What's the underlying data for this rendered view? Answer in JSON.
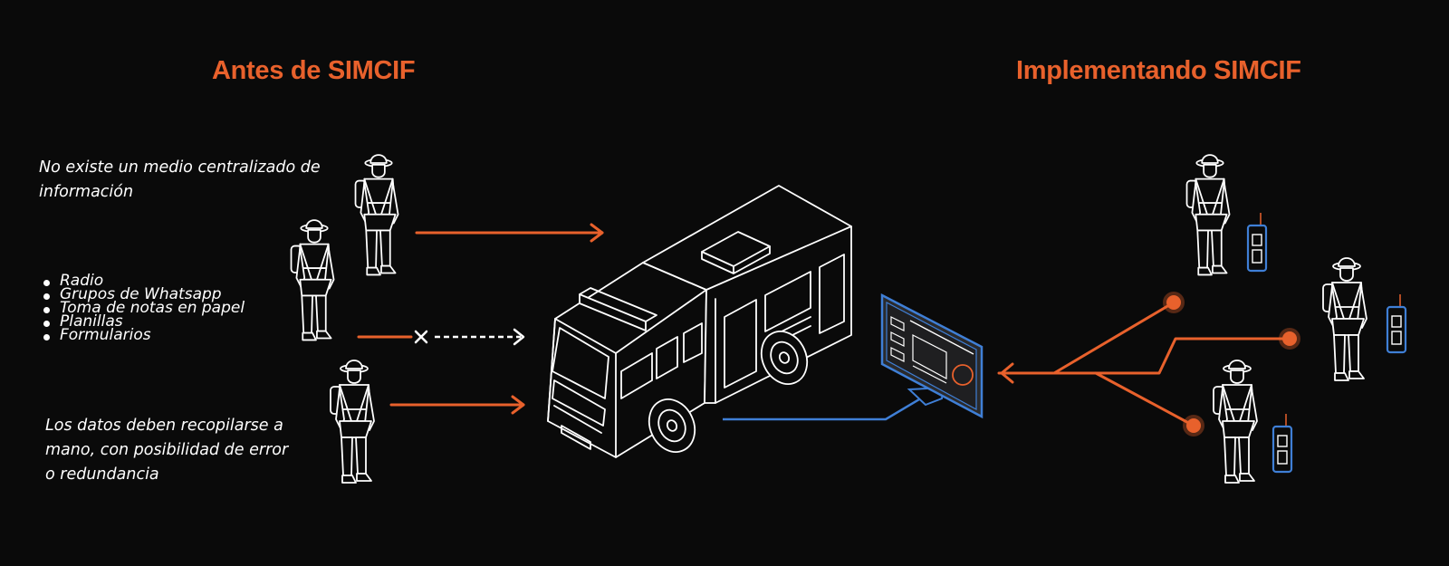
{
  "headings": {
    "before": "Antes de SIMCIF",
    "after": "Implementando SIMCIF"
  },
  "notes": {
    "top": "No existe un medio centralizado de información",
    "bottom": "Los datos deben recopilarse a mano,  con posibilidad de error o redundancia"
  },
  "sources": [
    "Radio",
    "Grupos de Whatsapp",
    "Toma de notas en papel",
    "Planillas",
    "Formularios"
  ],
  "colors": {
    "background": "#0a0a0a",
    "accent": "#e8612c",
    "blue": "#3f7fd6",
    "line": "#ffffff"
  },
  "icons": {
    "person": "firefighter-icon",
    "truck": "fire-truck-icon",
    "monitor": "monitor-icon",
    "radio": "radio-device-icon",
    "blocked": "cross-icon"
  }
}
